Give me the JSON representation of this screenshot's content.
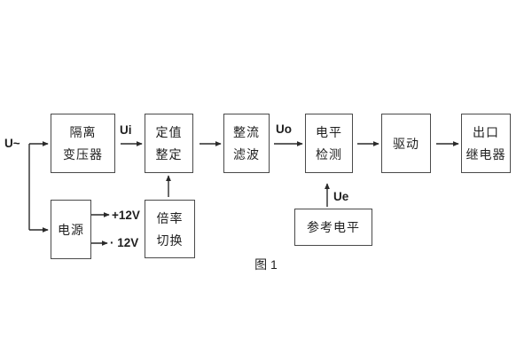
{
  "figure": {
    "caption": "图 1",
    "input_label": "U~",
    "signal_labels": {
      "ui": "Ui",
      "uo": "Uo",
      "ue": "Ue"
    },
    "power_labels": {
      "positive": "+12V",
      "negative": "· 12V"
    }
  },
  "blocks": {
    "isolation_transformer": {
      "line1": "隔离",
      "line2": "变压器"
    },
    "setting_adjust": {
      "line1": "定值",
      "line2": "整定"
    },
    "rectifier_filter": {
      "line1": "整流",
      "line2": "滤波"
    },
    "level_detection": {
      "line1": "电平",
      "line2": "检测"
    },
    "drive": {
      "line1": "驱动"
    },
    "output_relay": {
      "line1": "出口",
      "line2": "继电器"
    },
    "power_supply": {
      "line1": "电源"
    },
    "ratio_switch": {
      "line1": "倍率",
      "line2": "切换"
    },
    "reference_level": {
      "line1": "参考电平"
    }
  },
  "colors": {
    "line": "#2a2a2a",
    "border": "#4a4a4a",
    "text": "#1f1f1f",
    "background": "#ffffff"
  }
}
